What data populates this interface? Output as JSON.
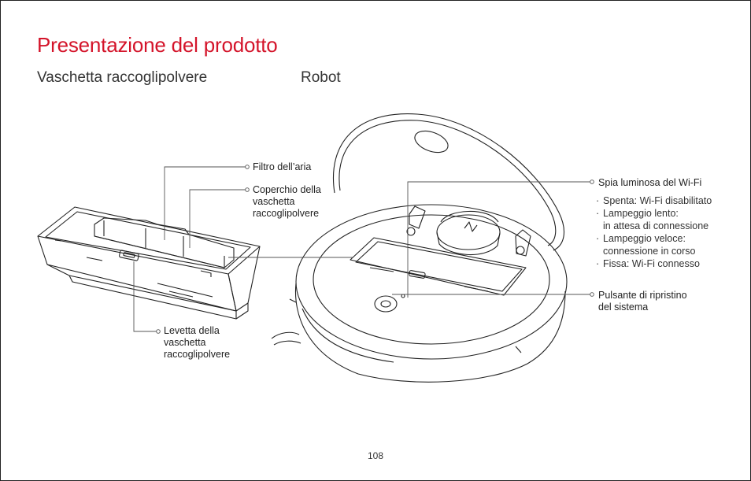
{
  "header": {
    "title": "Presentazione del prodotto",
    "section_left": "Vaschetta raccoglipolvere",
    "section_right": "Robot"
  },
  "callouts": {
    "air_filter": "Filtro dell’aria",
    "bin_lid": [
      "Coperchio della",
      "vaschetta",
      "raccoglipolvere"
    ],
    "bin_latch": [
      "Levetta della",
      "vaschetta",
      "raccoglipolvere"
    ],
    "wifi_light": "Spia luminosa del Wi-Fi",
    "reset_button": [
      "Pulsante di ripristino",
      "del sistema"
    ]
  },
  "wifi_states": [
    [
      "Spenta: Wi-Fi disabilitato"
    ],
    [
      "Lampeggio lento:",
      "in attesa di connessione"
    ],
    [
      "Lampeggio veloce:",
      "connessione in corso"
    ],
    [
      "Fissa: Wi-Fi connesso"
    ]
  ],
  "footer": {
    "page_number": "108"
  },
  "colors": {
    "accent": "#d4142a",
    "line": "#222222",
    "leader": "#444444"
  }
}
